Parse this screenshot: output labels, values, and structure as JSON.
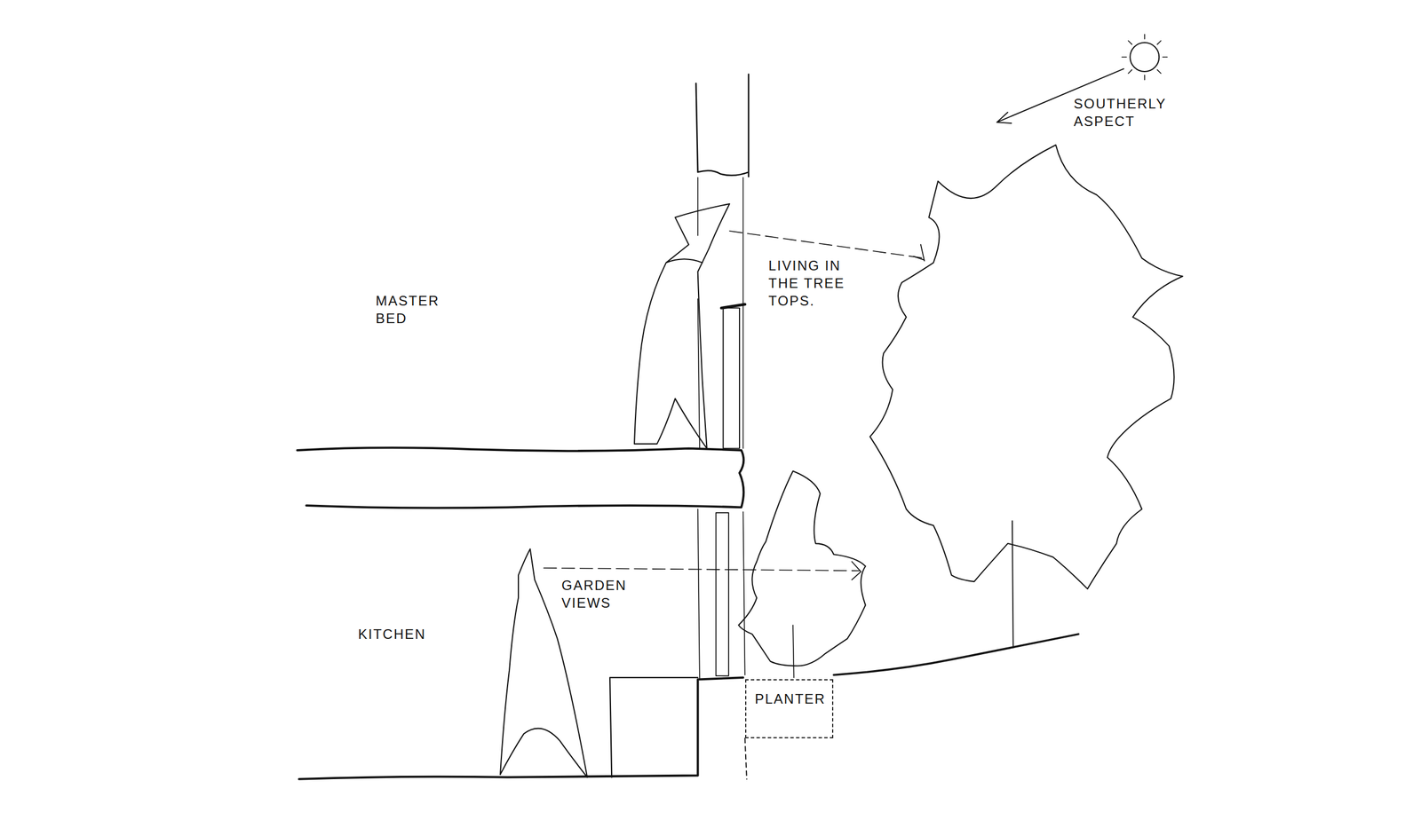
{
  "diagram": {
    "nodes": [
      {
        "text": [
          "PLANTER"
        ]
      }
    ],
    "labels": [
      "SOUTHERLY ASPECT",
      "LIVING IN THE TREE TOPS.",
      "MASTER BED",
      "GARDEN VIEWS",
      "KITCHEN"
    ]
  }
}
